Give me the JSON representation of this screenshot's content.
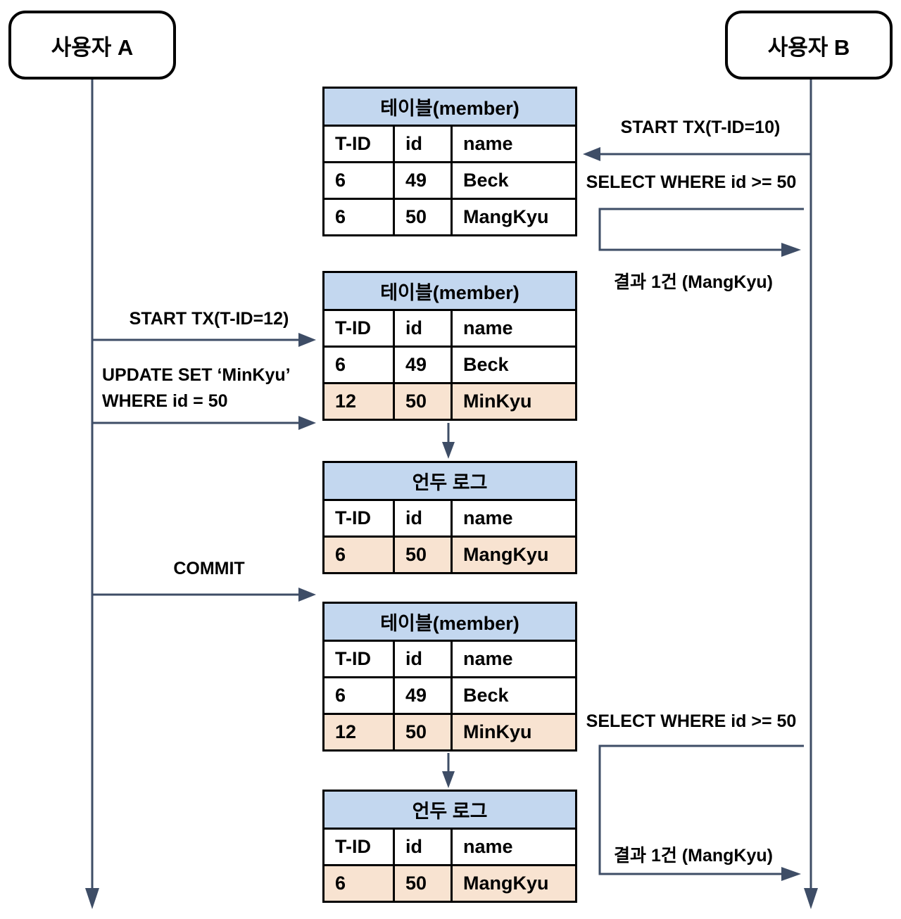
{
  "diagram": {
    "actors": [
      {
        "label": "사용자 A"
      },
      {
        "label": "사용자 B"
      }
    ],
    "messages": {
      "b_start_tx": "START TX(T-ID=10)",
      "b_select_1": "SELECT WHERE id >= 50",
      "b_result_1": "결과 1건 (MangKyu)",
      "a_start_tx": "START TX(T-ID=12)",
      "a_update_line1": "UPDATE SET ‘MinKyu’",
      "a_update_line2": "WHERE id = 50",
      "a_commit": "COMMIT",
      "b_select_2": "SELECT WHERE id >= 50",
      "b_result_2": "결과 1건 (MangKyu)"
    },
    "tables": [
      {
        "title": "테이블(member)",
        "headers": [
          "T-ID",
          "id",
          "name"
        ],
        "rows": [
          [
            "6",
            "49",
            "Beck"
          ],
          [
            "6",
            "50",
            "MangKyu"
          ]
        ],
        "highlighted_rows": []
      },
      {
        "title": "테이블(member)",
        "headers": [
          "T-ID",
          "id",
          "name"
        ],
        "rows": [
          [
            "6",
            "49",
            "Beck"
          ],
          [
            "12",
            "50",
            "MinKyu"
          ]
        ],
        "highlighted_rows": [
          1
        ]
      },
      {
        "title": "언두 로그",
        "headers": [
          "T-ID",
          "id",
          "name"
        ],
        "rows": [
          [
            "6",
            "50",
            "MangKyu"
          ]
        ],
        "highlighted_rows": [
          0
        ]
      },
      {
        "title": "테이블(member)",
        "headers": [
          "T-ID",
          "id",
          "name"
        ],
        "rows": [
          [
            "6",
            "49",
            "Beck"
          ],
          [
            "12",
            "50",
            "MinKyu"
          ]
        ],
        "highlighted_rows": [
          1
        ]
      },
      {
        "title": "언두 로그",
        "headers": [
          "T-ID",
          "id",
          "name"
        ],
        "rows": [
          [
            "6",
            "50",
            "MangKyu"
          ]
        ],
        "highlighted_rows": [
          0
        ]
      }
    ],
    "colors": {
      "table_header_blue": "#c3d7ef",
      "row_highlight_peach": "#f8e3d1",
      "arrow_line": "#3e4d66",
      "border_black": "#000000"
    }
  }
}
